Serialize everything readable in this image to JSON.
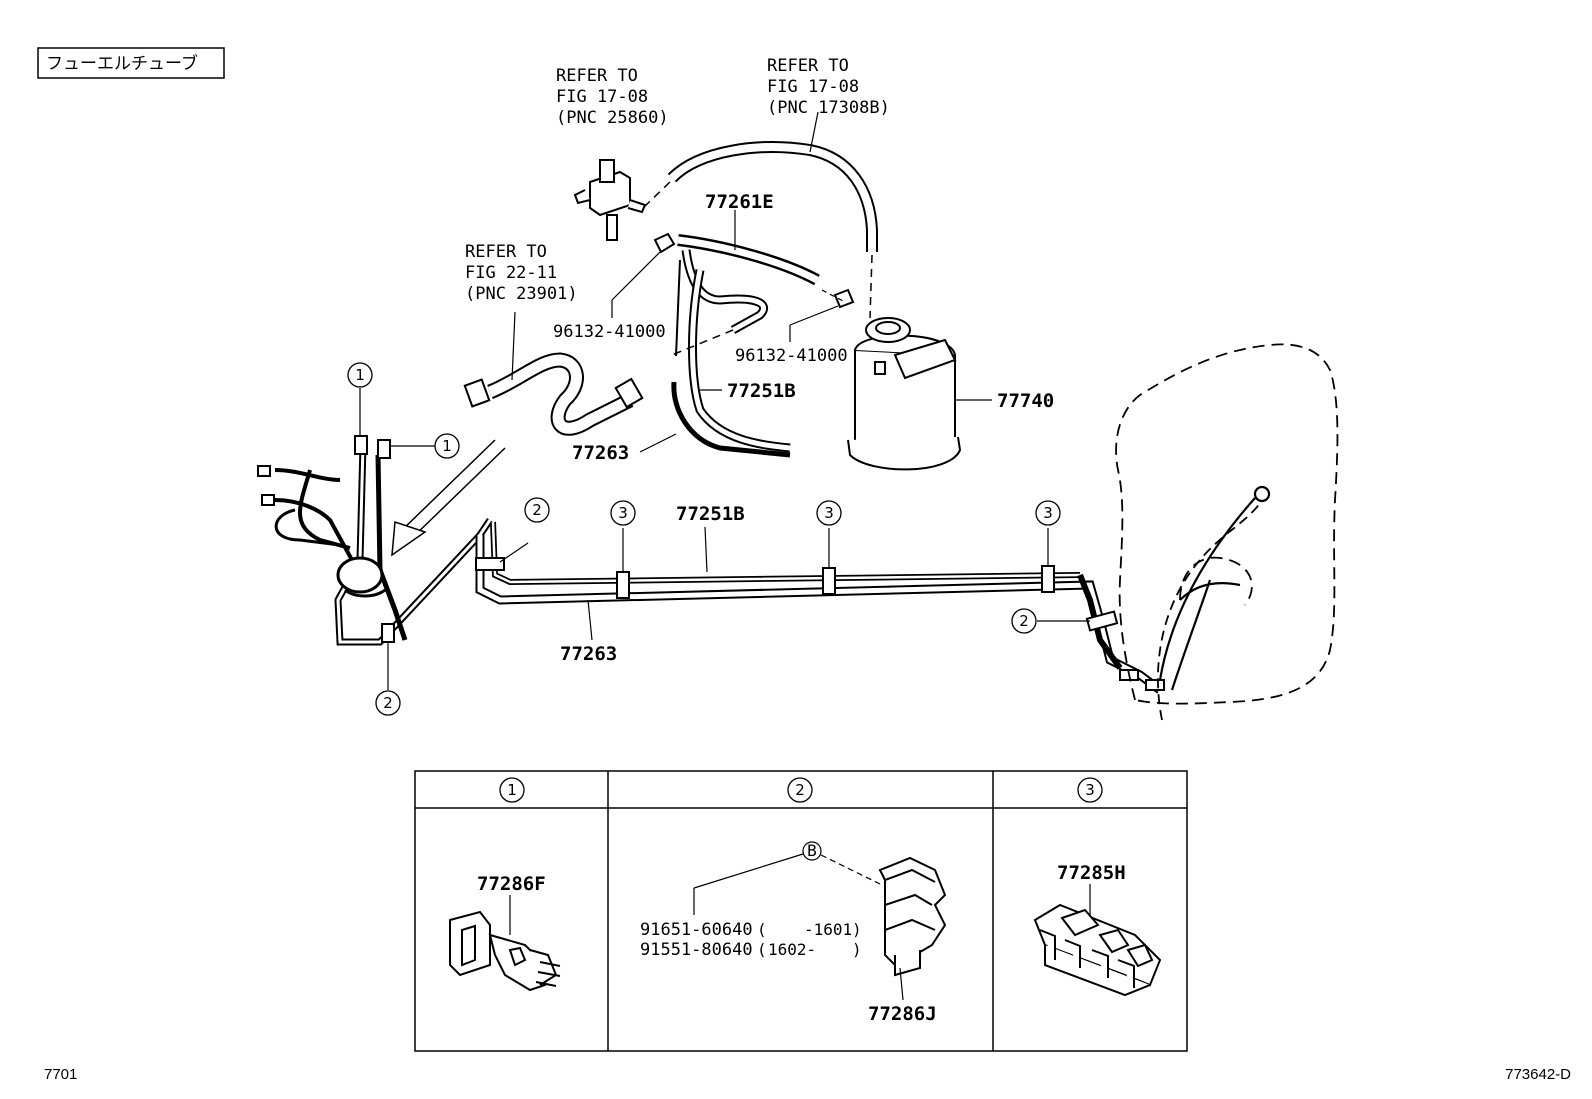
{
  "title_box": "フューエルチューブ",
  "refer_labels": [
    {
      "lines": [
        "REFER TO",
        "FIG 17-08",
        "(PNC 25860)"
      ]
    },
    {
      "lines": [
        "REFER TO",
        "FIG 17-08",
        "(PNC 17308B)"
      ]
    },
    {
      "lines": [
        "REFER TO",
        "FIG 22-11",
        "(PNC 23901)"
      ]
    }
  ],
  "part_numbers": {
    "hose_upper": "77261E",
    "clip_left": "96132-41000",
    "clip_right": "96132-41000",
    "tube_b_upper": "77251B",
    "canister": "77740",
    "tube_upper": "77263",
    "tube_b_lower": "77251B",
    "tube_lower": "77263"
  },
  "callouts": [
    "1",
    "1",
    "2",
    "2",
    "3",
    "3",
    "3",
    "2"
  ],
  "legend_table": {
    "headers": [
      "1",
      "2",
      "3"
    ],
    "col1_part": "77286F",
    "col2_bolt_ref": "B",
    "col2_rows": [
      {
        "pn": "91651-60640",
        "range_start": "",
        "range_end": "-1601"
      },
      {
        "pn": "91551-80640",
        "range_start": "1602-",
        "range_end": ""
      }
    ],
    "col2_part": "77286J",
    "col3_part": "77285H"
  },
  "footer_left": "7701",
  "footer_right": "773642-D"
}
